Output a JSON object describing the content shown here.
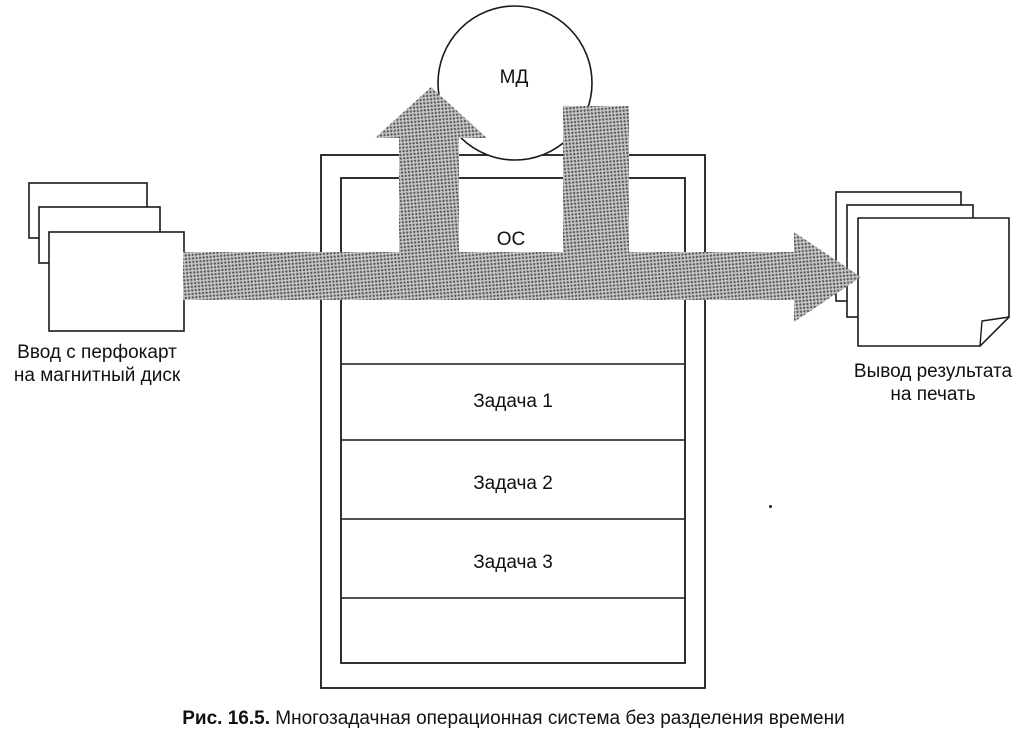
{
  "colors": {
    "background": "#ffffff",
    "line": "#1a1a1a",
    "arrow_base": "#c6c6c6",
    "arrow_dot": "#555555"
  },
  "diagram": {
    "disk": {
      "label": "МД"
    },
    "memory": {
      "os_label": "ОС",
      "tasks": [
        {
          "label": "Задача 1"
        },
        {
          "label": "Задача 2"
        },
        {
          "label": "Задача 3"
        }
      ]
    },
    "input": {
      "line1": "Ввод с перфокарт",
      "line2": "на магнитный диск"
    },
    "output": {
      "line1": "Вывод результата",
      "line2": "на печать"
    }
  },
  "caption": {
    "prefix": "Рис. 16.5.",
    "text": "Многозадачная операционная система без разделения времени"
  }
}
